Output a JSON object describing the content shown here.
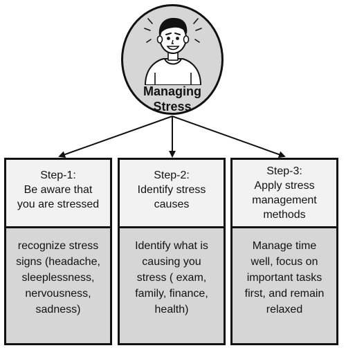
{
  "hub": {
    "title": "Managing\nStress",
    "icon": "stressed-person-icon"
  },
  "steps": [
    {
      "title_lines": [
        "Step-1:",
        "Be aware that",
        "you are stressed"
      ],
      "body_lines": [
        "recognize stress",
        "signs (headache,",
        "sleeplessness,",
        "nervousness,",
        "sadness)"
      ]
    },
    {
      "title_lines": [
        "Step-2:",
        "Identify stress",
        "causes"
      ],
      "body_lines": [
        "Identify what is",
        "causing you",
        "stress ( exam,",
        "family, finance,",
        "health)"
      ]
    },
    {
      "title_lines": [
        "Step-3:",
        "Apply stress",
        "management",
        "methods"
      ],
      "body_lines": [
        "Manage time",
        "well, focus on",
        "important tasks",
        "first, and remain",
        "relaxed"
      ]
    }
  ],
  "colors": {
    "stroke": "#111111",
    "hub_fill": "#d6d6d6",
    "header_fill": "#f2f2f2",
    "body_fill": "#d6d6d6"
  }
}
